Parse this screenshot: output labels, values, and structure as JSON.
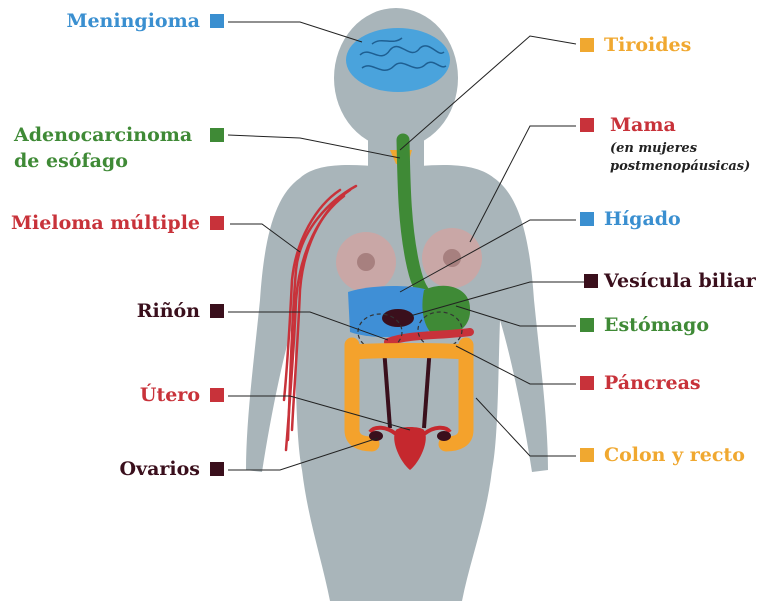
{
  "colors": {
    "blue": "#3a8fd0",
    "orange": "#f0a830",
    "green": "#3f8a36",
    "red": "#c8323a",
    "dark": "#3a0f1c",
    "silhouette": "#a9b5ba",
    "brain": "#4aa3dc",
    "breast": "#c9a7a6",
    "liver": "#3f8fd6",
    "colon": "#f4a22c",
    "uterus": "#c5282e"
  },
  "labels": {
    "meningioma": "Meningioma",
    "tiroides": "Tiroides",
    "adenocarcinoma_line1": "Adenocarcinoma",
    "adenocarcinoma_line2": "de esófago",
    "mama": "Mama",
    "mama_note_line1": "(en mujeres",
    "mama_note_line2": "postmenopáusicas)",
    "mieloma": "Mieloma múltiple",
    "higado": "Hígado",
    "vesicula": "Vesícula biliar",
    "rinon": "Riñón",
    "estomago": "Estómago",
    "pancreas": "Páncreas",
    "utero": "Útero",
    "colon": "Colon y recto",
    "ovarios": "Ovarios"
  }
}
